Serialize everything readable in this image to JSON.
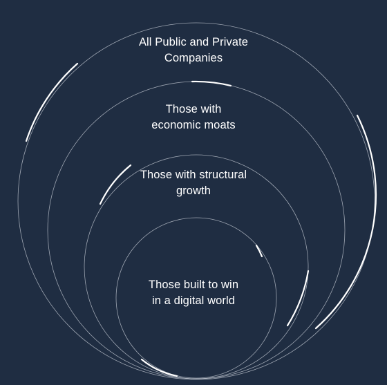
{
  "diagram": {
    "rings": [
      {
        "line1": "All Public and Private",
        "line2": "Companies"
      },
      {
        "line1": "Those with",
        "line2": "economic moats"
      },
      {
        "line1": "Those with structural",
        "line2": "growth"
      },
      {
        "line1": "Those built to win",
        "line2": "in a digital world"
      }
    ]
  },
  "colors": {
    "background": "#1f2d42",
    "ring": "#c9cfd8",
    "text": "#ffffff"
  }
}
